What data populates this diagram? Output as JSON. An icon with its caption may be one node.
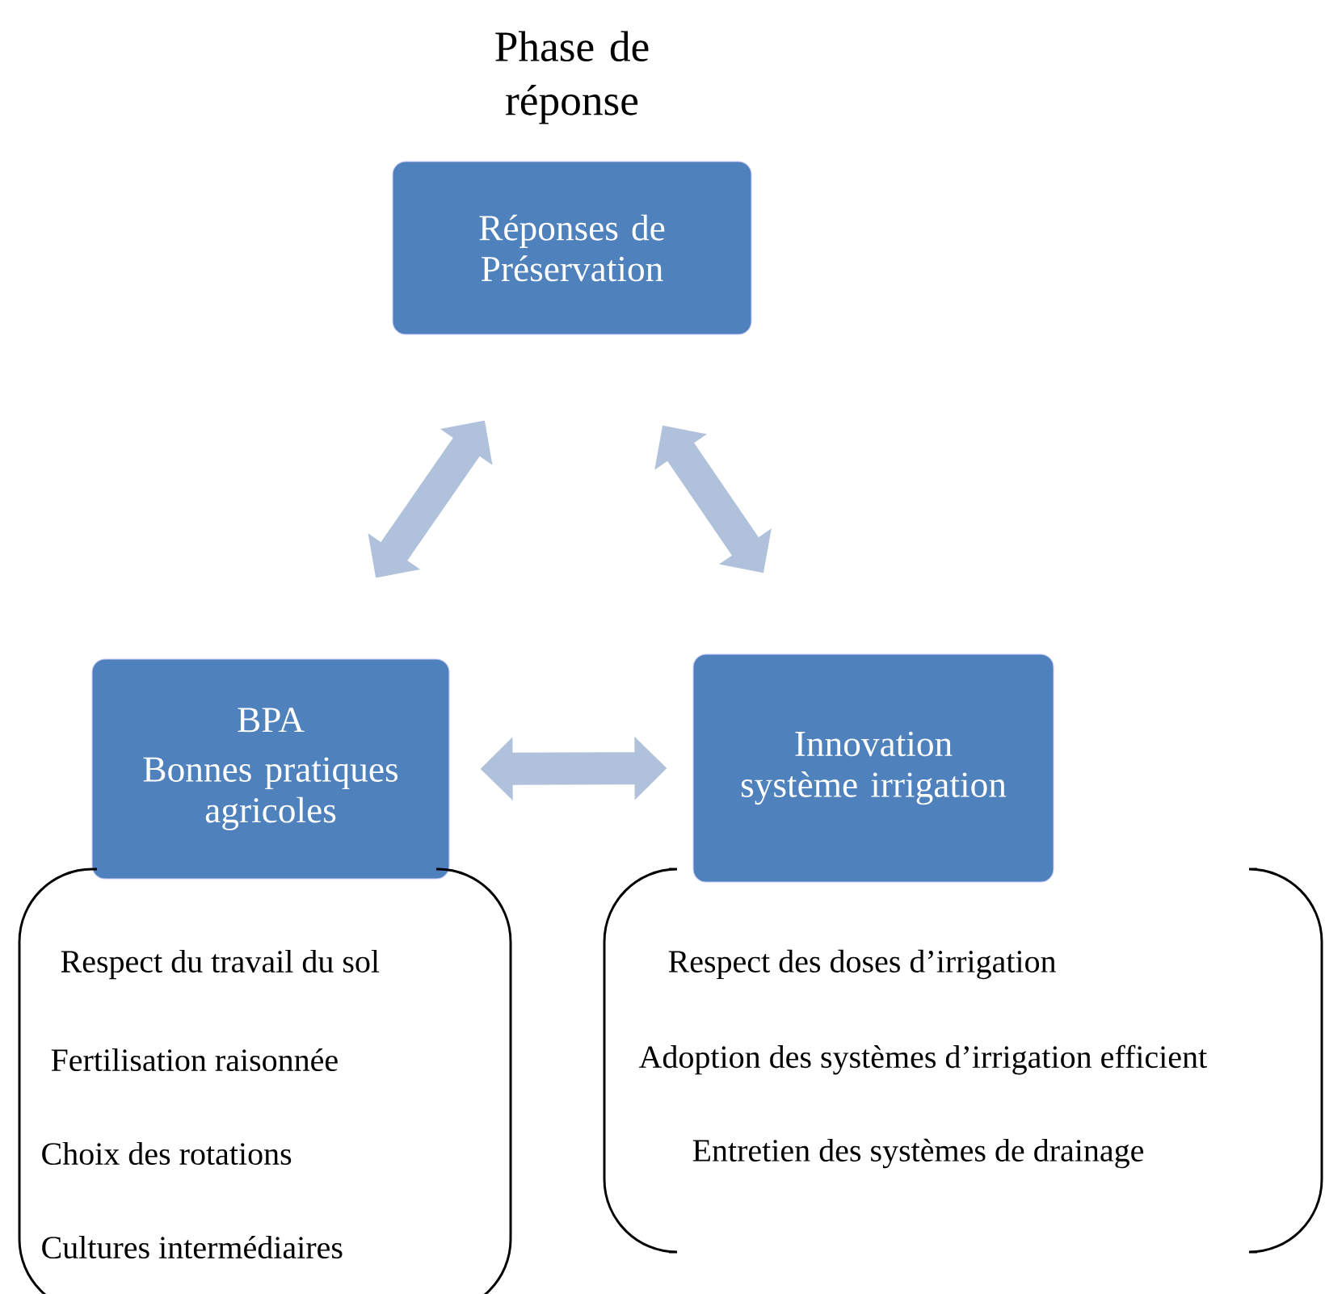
{
  "diagram": {
    "title": "Phase de réponse",
    "nodes": [
      {
        "text": [
          "Réponses de Préservation"
        ]
      },
      {
        "text": [
          "BPA",
          "Bonnes pratiques agricoles"
        ]
      },
      {
        "text": [
          "Innovation système irrigation"
        ]
      },
      {
        "text": [
          "Respect du travail du sol",
          "Fertilisation raisonnée",
          "Choix des rotations",
          "Cultures intermédiaires"
        ]
      },
      {
        "text": [
          "Respect des doses d’irrigation",
          "Adoption des systèmes d’irrigation efficient",
          "Entretien des systèmes de drainage"
        ]
      }
    ],
    "edges": [
      {
        "from": 0,
        "to": 1,
        "arrow": "both"
      },
      {
        "from": 0,
        "to": 2,
        "arrow": "both"
      },
      {
        "from": 1,
        "to": 2,
        "arrow": "both"
      }
    ]
  }
}
